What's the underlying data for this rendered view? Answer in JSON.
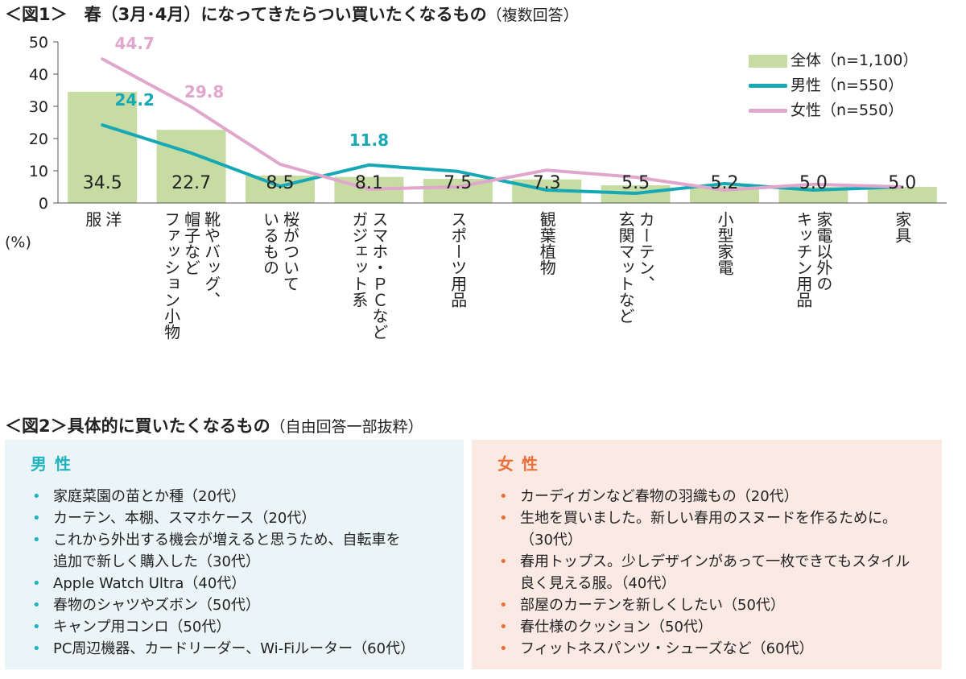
{
  "figure1": {
    "title": "＜図1＞　春（3月･4月）になってきたらつい買いたくなるもの",
    "subtitle": "（複数回答）",
    "unit": "(%)"
  },
  "chart_data": {
    "type": "bar",
    "categories": [
      "洋服",
      "靴やバッグ、帽子などファッション小物",
      "桜がついているもの",
      "スマホ・ＰＣなどガジェット系",
      "スポーツ用品",
      "観葉植物",
      "カーテン、玄関マットなど",
      "小型家電",
      "家電以外のキッチン用品",
      "家具"
    ],
    "category_label_columns": [
      [
        "洋",
        "服"
      ],
      [
        "靴やバッグ、",
        "帽子など",
        "ファッション小物"
      ],
      [
        "桜がついて",
        "いるもの"
      ],
      [
        "スマホ・ＰＣなど",
        "ガジェット系"
      ],
      [
        "スポーツ用品"
      ],
      [
        "観葉植物"
      ],
      [
        "カーテン、",
        "玄関マットなど"
      ],
      [
        "小型家電"
      ],
      [
        "家電以外の",
        "キッチン用品"
      ],
      [
        "家具"
      ]
    ],
    "series": [
      {
        "name": "全体（n=1,100）",
        "kind": "bar",
        "color": "#c6dca3",
        "values": [
          34.5,
          22.7,
          8.5,
          8.1,
          7.5,
          7.3,
          5.5,
          5.2,
          5.0,
          5.0
        ]
      },
      {
        "name": "男性（n=550）",
        "kind": "line",
        "color": "#17a8b5",
        "values": [
          24.2,
          15.5,
          5.2,
          11.8,
          9.8,
          4.0,
          3.0,
          6.0,
          4.0,
          5.0
        ]
      },
      {
        "name": "女性（n=550）",
        "kind": "line",
        "color": "#e0a6cc",
        "values": [
          44.7,
          29.8,
          12.0,
          4.3,
          5.0,
          10.2,
          8.0,
          4.0,
          5.8,
          5.0
        ]
      }
    ],
    "data_labels": {
      "bar": [
        "34.5",
        "22.7",
        "8.5",
        "8.1",
        "7.5",
        "7.3",
        "5.5",
        "5.2",
        "5.0",
        "5.0"
      ],
      "male": [
        {
          "index": 0,
          "text": "24.2"
        },
        {
          "index": 3,
          "text": "11.8"
        }
      ],
      "female": [
        {
          "index": 0,
          "text": "44.7"
        },
        {
          "index": 1,
          "text": "29.8"
        }
      ]
    },
    "yticks": [
      "0",
      "10",
      "20",
      "30",
      "40",
      "50"
    ],
    "ylim": [
      0,
      50
    ],
    "grid": false,
    "legend_position": "top-right"
  },
  "legend": {
    "all": "全体（n=1,100）",
    "male": "男性（n=550）",
    "female": "女性（n=550）"
  },
  "figure2": {
    "title": "＜図2＞具体的に買いたくなるもの",
    "subtitle": "（自由回答一部抜粋）",
    "male": {
      "heading": "男性",
      "items": [
        "家庭菜園の苗とか種（20代）",
        "カーテン、本棚、スマホケース（20代）",
        "これから外出する機会が増えると思うため、自転車を\n追加で新しく購入した（30代）",
        "Apple Watch Ultra（40代）",
        "春物のシャツやズボン（50代）",
        "キャンプ用コンロ（50代）",
        "PC周辺機器、カードリーダー、Wi-Fiルーター（60代）"
      ]
    },
    "female": {
      "heading": "女性",
      "items": [
        "カーディガンなど春物の羽織もの（20代）",
        "生地を買いました。新しい春用のスヌードを作るために。\n（30代）",
        "春用トップス。少しデザインがあって一枚できてもスタイル\n良く見える服。（40代）",
        "部屋のカーテンを新しくしたい（50代）",
        "春仕様のクッション（50代）",
        "フィットネスパンツ・シューズなど（60代）"
      ]
    },
    "bullet": "•"
  },
  "colors": {
    "bar": "#c6dca3",
    "male": "#17a8b5",
    "female": "#e0a6cc",
    "male_heading": "#1fb3c0",
    "female_heading": "#e9703a",
    "male_panel": "#ebf4f6",
    "female_panel": "#fbe9e4"
  }
}
